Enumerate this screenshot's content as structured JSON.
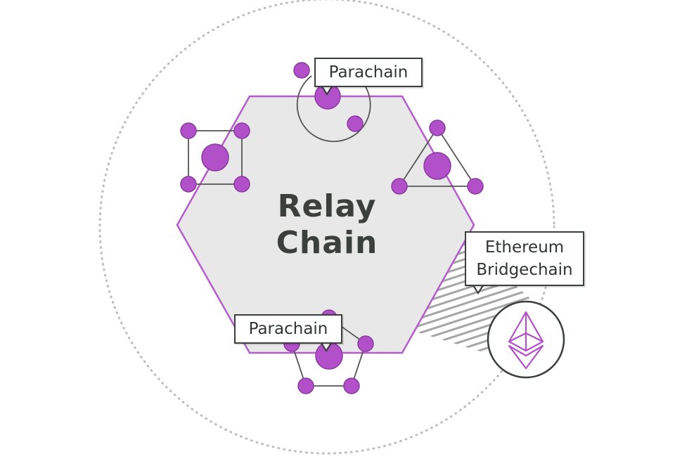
{
  "relay_chain": {
    "line1": "Relay",
    "line2": "Chain"
  },
  "callouts": {
    "top_parachain": "Parachain",
    "bottom_parachain": "Parachain",
    "bridge_line1": "Ethereum",
    "bridge_line2": "Bridgechain"
  },
  "colors": {
    "purple": "#b150c8",
    "purple_stroke": "#8a3aa0",
    "hexagon_fill": "#e8e8e8",
    "hexagon_stroke": "#b55ccc",
    "line_gray": "#555555",
    "dotted_circle": "#b9b9b9",
    "hatch": "#9a9a9a"
  },
  "icons": [
    "ethereum-icon"
  ]
}
